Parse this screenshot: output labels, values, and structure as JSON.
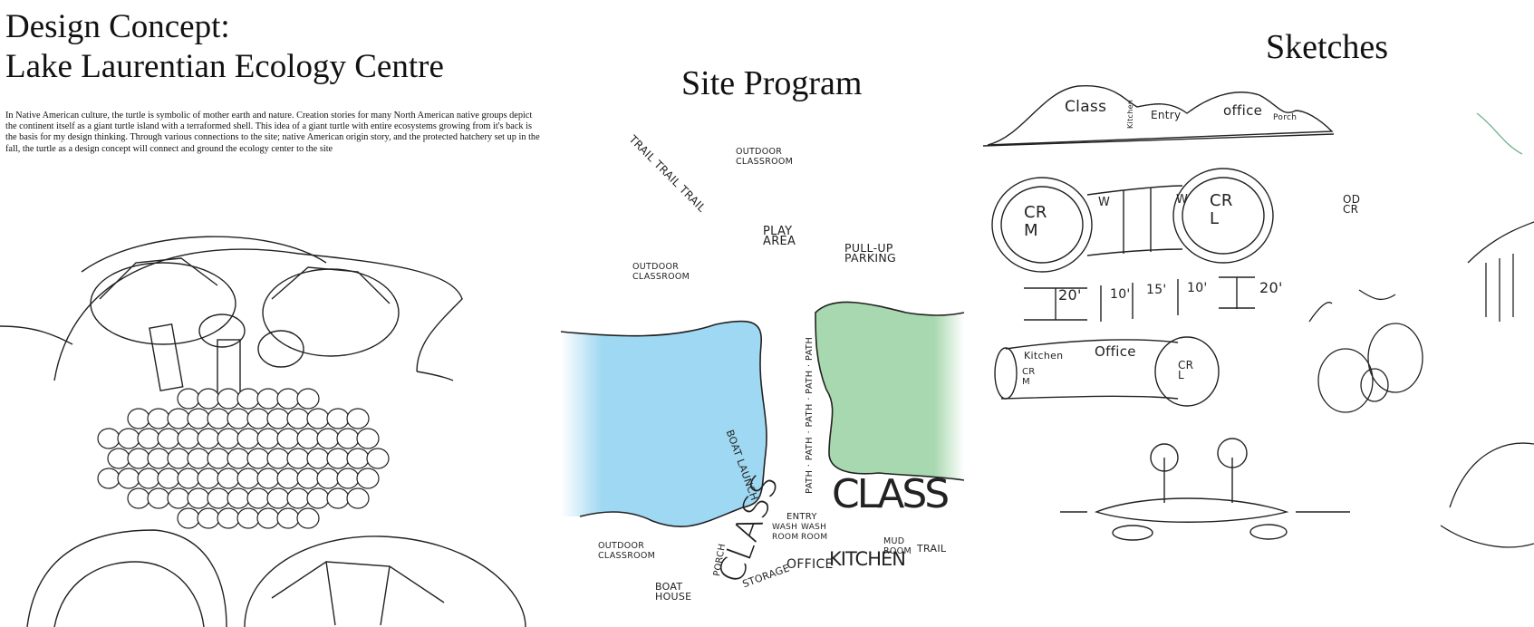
{
  "concept": {
    "title_line1": "Design Concept:",
    "title_line2": "Lake Laurentian Ecology Centre",
    "description": "In Native American culture, the turtle is symbolic of mother earth and nature. Creation stories for many North American native groups depict the continent itself as a giant turtle island with a terraformed shell. This idea of a giant turtle with entire ecosystems growing from it's back is the basis for my design thinking. Through various connections to the site; native American origin story, and the protected hatchery set up in the fall, the turtle as a design concept will connect and ground the ecology center to the site"
  },
  "site_program": {
    "title": "Site Program",
    "labels": {
      "trail_diag": "TRAIL TRAIL TRAIL",
      "outdoor_classroom": "OUTDOOR CLASSROOM",
      "play_area": "PLAY AREA",
      "pull_up_parking": "PULL-UP PARKING",
      "path": "PATH · PATH · PATH · PATH · PATH",
      "boat_launch": "BOAT LAUNCH",
      "boat_house": "BOAT HOUSE",
      "porch": "PORCH",
      "class": "CLASS",
      "entry": "ENTRY",
      "wash_room": "WASH ROOM",
      "storage": "STORAGE",
      "office": "OFFICE",
      "kitchen": "KITCHEN",
      "mud_room": "MUD ROOM",
      "trail": "TRAIL"
    },
    "colors": {
      "lake": "#9fd8f2",
      "forest": "#a8d8b0"
    }
  },
  "sketches": {
    "title": "Sketches",
    "labels": {
      "class": "Class",
      "kitchen": "Kitchen",
      "entry": "Entry",
      "office": "office",
      "porch": "Porch",
      "cr_m": "CR M",
      "cr_l": "CR L",
      "w": "W",
      "dims": [
        "20'",
        "10'",
        "15'",
        "10'",
        "20'"
      ],
      "od_cr": "OD CR",
      "kitchen2": "Kitchen",
      "office2": "Office"
    }
  }
}
